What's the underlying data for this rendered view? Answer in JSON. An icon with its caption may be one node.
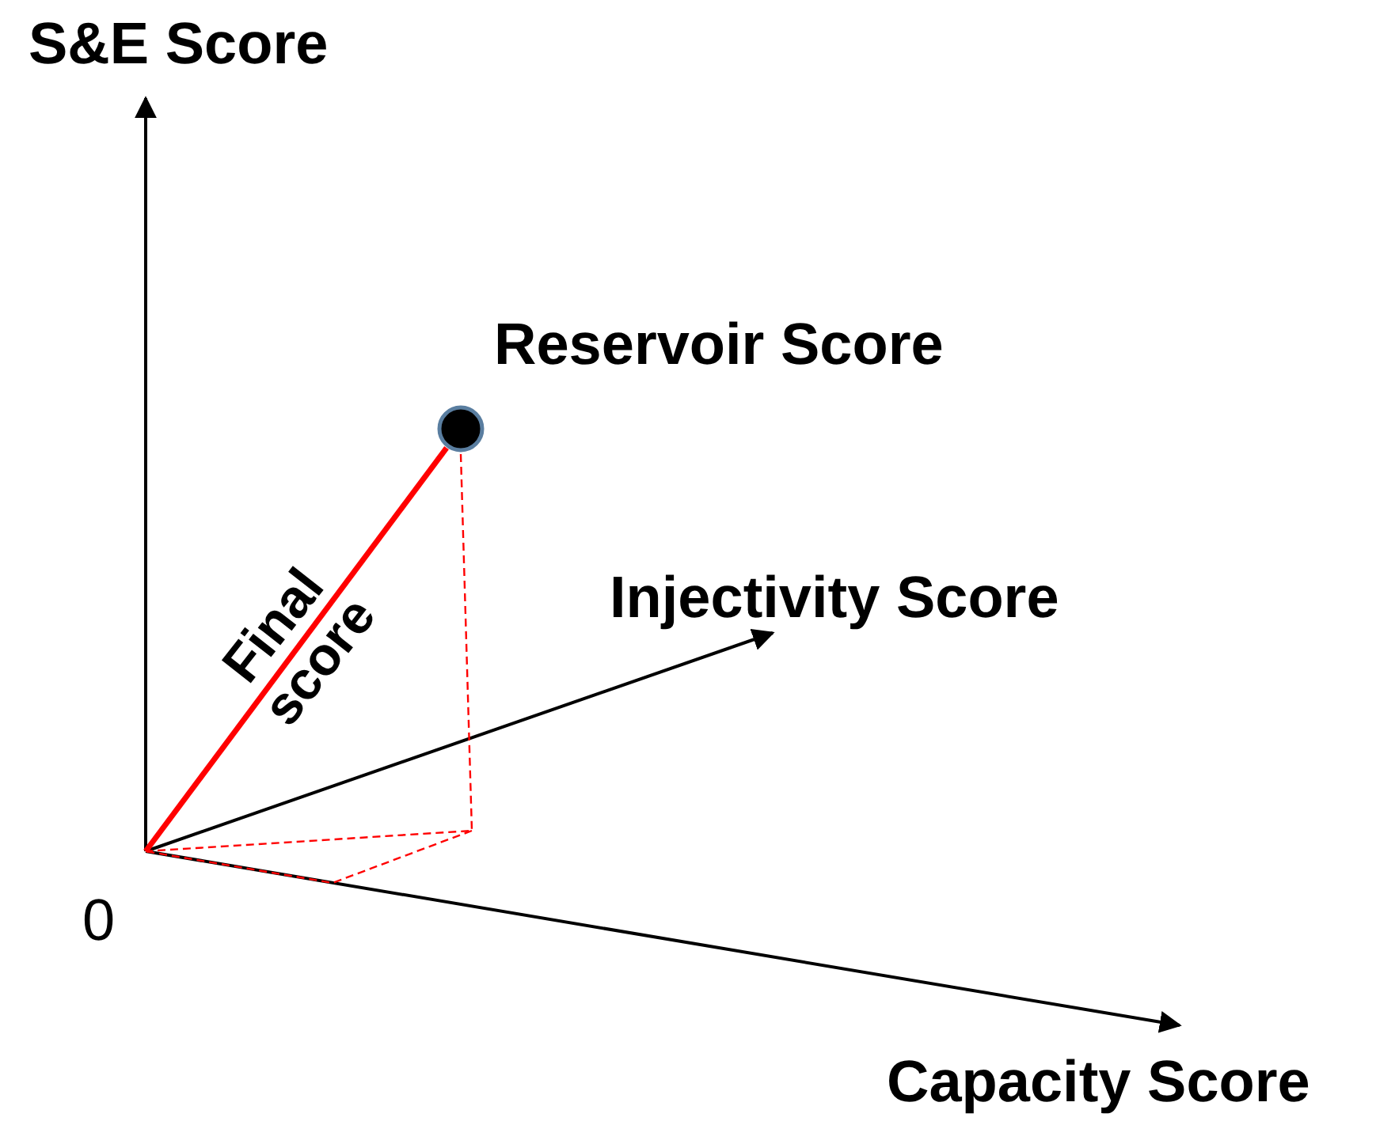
{
  "diagram": {
    "nodes": [
      {
        "text": [
          "0"
        ]
      },
      {
        "text": [],
        "shape": "circle",
        "beside": [
          "Reservoir Score"
        ]
      }
    ],
    "edges": [
      {
        "from": 0,
        "to": 1,
        "arrow": "none",
        "label": "Final score",
        "color": "#ff0000"
      }
    ],
    "labels": [
      "S&E Score",
      "Injectivity Score",
      "Capacity Score"
    ]
  }
}
